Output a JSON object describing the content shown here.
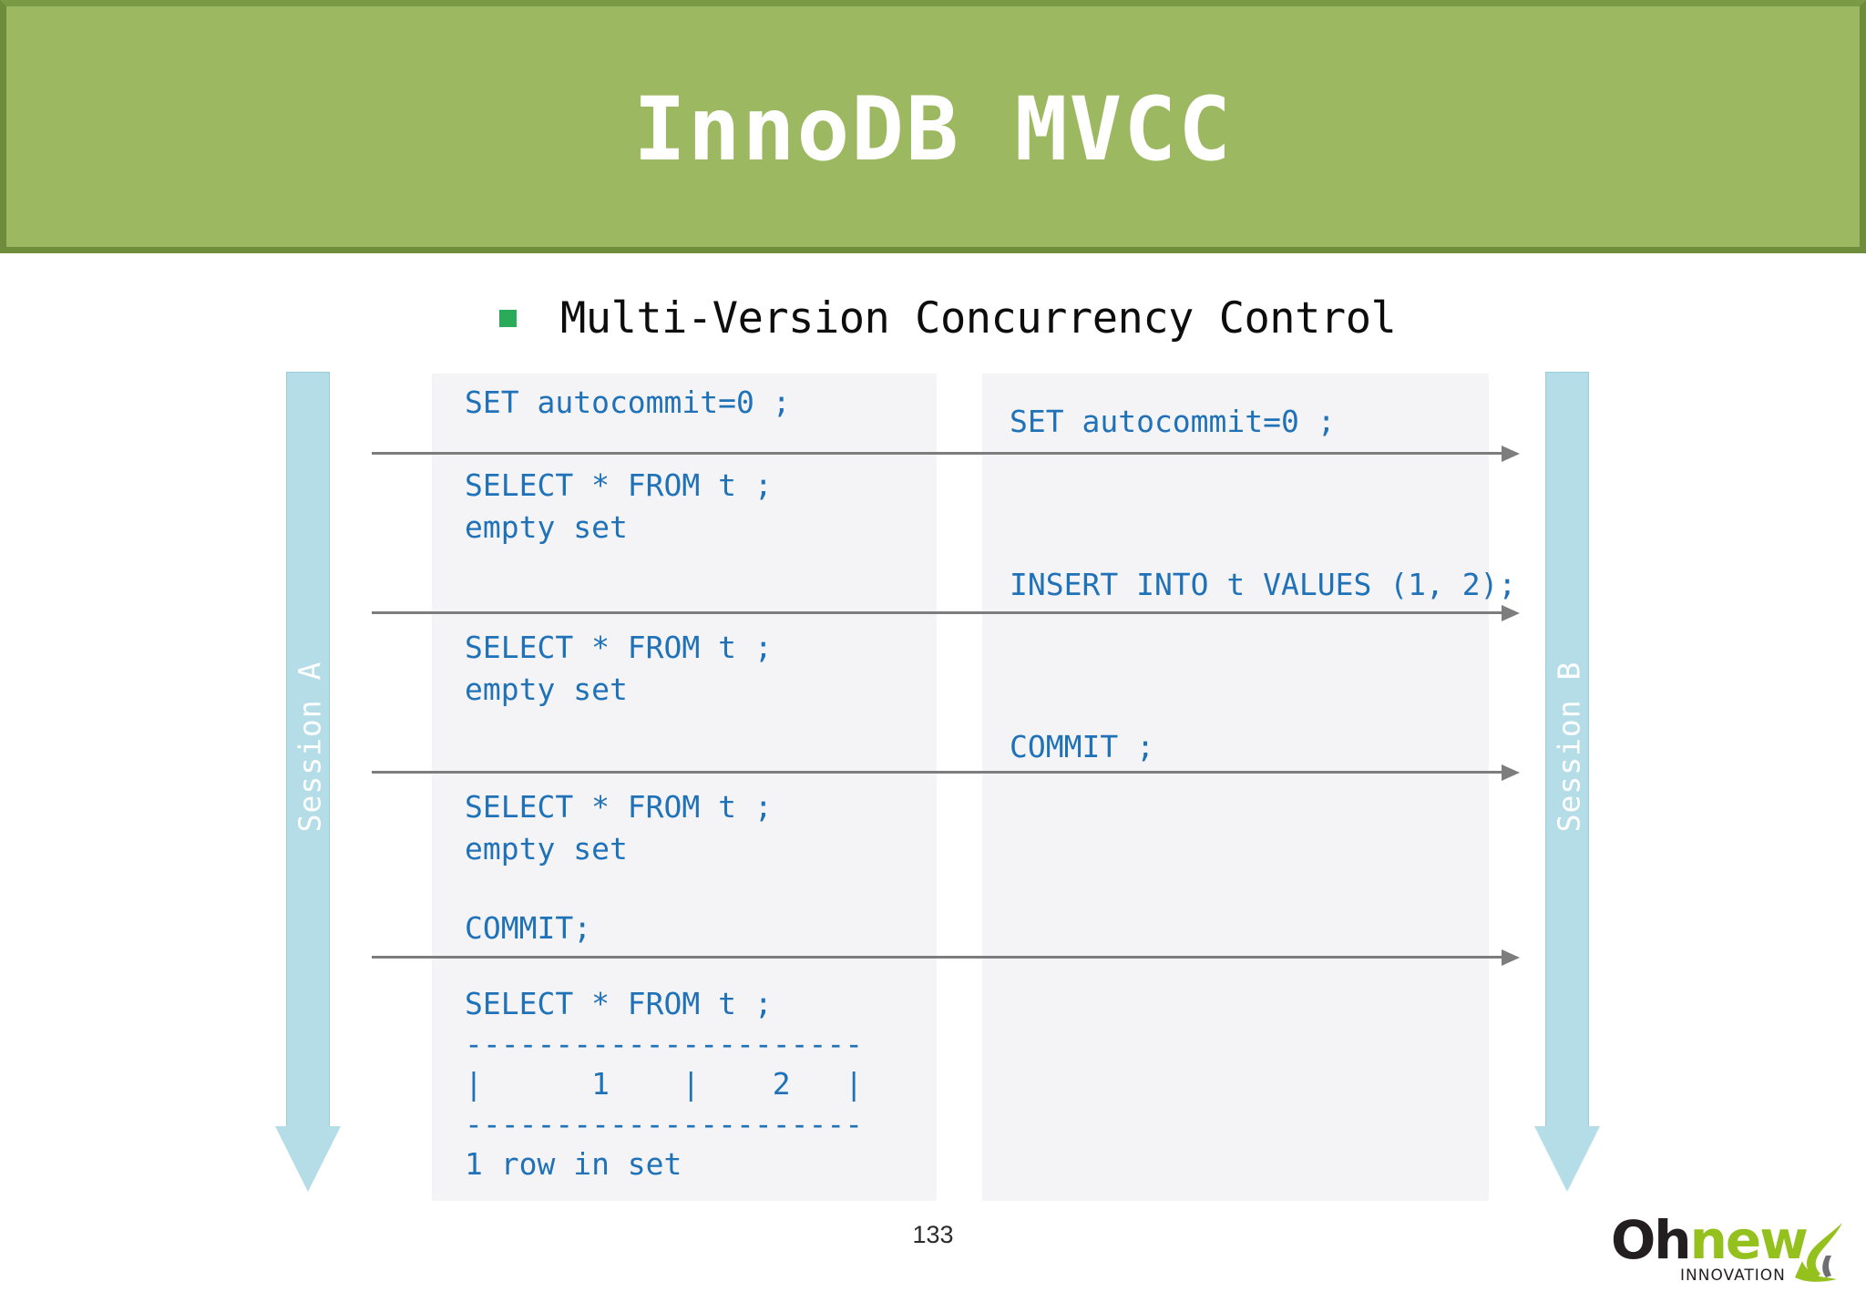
{
  "slide": {
    "title": "InnoDB MVCC",
    "page_number": "133",
    "banner_color": "#9cb860",
    "banner_border_color": "#6f8c3c",
    "code_color": "#1f72b8",
    "panel_color": "#f4f3f5",
    "arrow_color": "#b5dde8",
    "bullet_color": "#2aab5a"
  },
  "bullet": {
    "text": "Multi-Version Concurrency Control"
  },
  "sessions": {
    "left": {
      "label": "Session A"
    },
    "right": {
      "label": "Session B"
    }
  },
  "session_a_steps": [
    {
      "id": "a1",
      "code": "SET autocommit=0 ;"
    },
    {
      "id": "a2",
      "code": "SELECT * FROM t ;\nempty set"
    },
    {
      "id": "a3",
      "code": "SELECT * FROM t ;\nempty set"
    },
    {
      "id": "a4",
      "code": "SELECT * FROM t ;\nempty set"
    },
    {
      "id": "a5",
      "code": "COMMIT;"
    },
    {
      "id": "a6",
      "code": "SELECT * FROM t ;\n----------------------\n|      1    |    2   |\n----------------------\n1 row in set"
    }
  ],
  "session_b_steps": [
    {
      "id": "b1",
      "code": "SET autocommit=0 ;"
    },
    {
      "id": "b2",
      "code": "INSERT INTO t VALUES (1, 2);"
    },
    {
      "id": "b3",
      "code": "COMMIT ;"
    }
  ],
  "logo": {
    "word_first": "Oh",
    "word_second": "new",
    "tagline": "INNOVATION",
    "dark_color": "#231f20",
    "green_color": "#95c11f"
  }
}
